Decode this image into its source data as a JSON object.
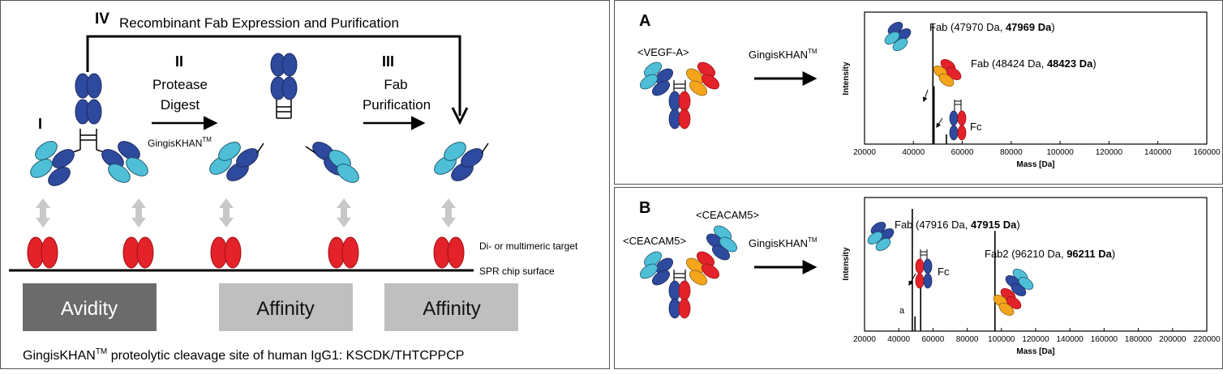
{
  "left": {
    "step_iv_numeral": "IV",
    "step_iv_label": "Recombinant Fab Expression and Purification",
    "step_i_numeral": "I",
    "step_ii_numeral": "II",
    "step_ii_line1": "Protease",
    "step_ii_line2": "Digest",
    "step_ii_enzyme": "GingisKHAN",
    "step_ii_enzyme_sup": "TM",
    "step_iii_numeral": "III",
    "step_iii_line1": "Fab",
    "step_iii_line2": "Purification",
    "target_label": "Di- or multimeric  target",
    "surface_label": "SPR chip surface",
    "avidity_label": "Avidity",
    "affinity_label_1": "Affinity",
    "affinity_label_2": "Affinity",
    "caption_prefix": "GingisKHAN",
    "caption_sup": "TM",
    "caption_rest": " proteolytic cleavage site of human IgG1: KSCDK/THTCPPCP"
  },
  "panel_a": {
    "letter": "A",
    "antigen": "<VEGF-A>",
    "enzyme": "GingisKHAN",
    "enzyme_sup": "TM",
    "fab_label_1_pre": "Fab (47970 Da, ",
    "fab_label_1_bold": "47969 Da",
    "fab_label_1_post": ")",
    "fab_label_2_pre": "Fab (48424 Da, ",
    "fab_label_2_bold": "48423 Da",
    "fab_label_2_post": ")",
    "fc_label": "Fc",
    "ylabel": "Intensity",
    "xlabel": "Mass [Da]"
  },
  "panel_b": {
    "letter": "B",
    "antigen_1": "<CEACAM5>",
    "antigen_2": "<CEACAM5>",
    "enzyme": "GingisKHAN",
    "enzyme_sup": "TM",
    "fab_label_pre": "Fab (47916 Da, ",
    "fab_label_bold": "47915 Da",
    "fab_label_post": ")",
    "fab2_label_pre": "Fab2 (96210 Da, ",
    "fab2_label_bold": "96211 Da",
    "fab2_label_post": ")",
    "fc_label": "Fc",
    "a_label": "a",
    "ylabel": "Intensity",
    "xlabel": "Mass [Da]"
  },
  "colors": {
    "heavy_blue": "#2e4a9e",
    "light_cyan": "#4fbfd8",
    "target_red": "#e3222a",
    "orange": "#f4a51c",
    "arrow_grey": "#c8c8c8",
    "avidity_box": "#6b6b6b",
    "affinity_box": "#bfbfbf"
  },
  "chart_data": [
    {
      "type": "line",
      "title": "",
      "xlabel": "Mass [Da]",
      "ylabel": "Intensity",
      "xlim": [
        20000,
        160000
      ],
      "xticks": [
        20000,
        40000,
        60000,
        80000,
        100000,
        120000,
        140000,
        160000
      ],
      "peaks": [
        {
          "x": 47969,
          "y": 1.0
        },
        {
          "x": 48423,
          "y": 0.48
        },
        {
          "x": 53500,
          "y": 0.08
        }
      ]
    },
    {
      "type": "line",
      "title": "",
      "xlabel": "Mass [Da]",
      "ylabel": "Intensity",
      "xlim": [
        20000,
        220000
      ],
      "xticks": [
        20000,
        40000,
        60000,
        80000,
        100000,
        120000,
        140000,
        160000,
        180000,
        200000,
        220000
      ],
      "peaks": [
        {
          "x": 47915,
          "y": 1.0
        },
        {
          "x": 49500,
          "y": 0.12
        },
        {
          "x": 52800,
          "y": 0.4
        },
        {
          "x": 96211,
          "y": 0.82
        }
      ]
    }
  ]
}
